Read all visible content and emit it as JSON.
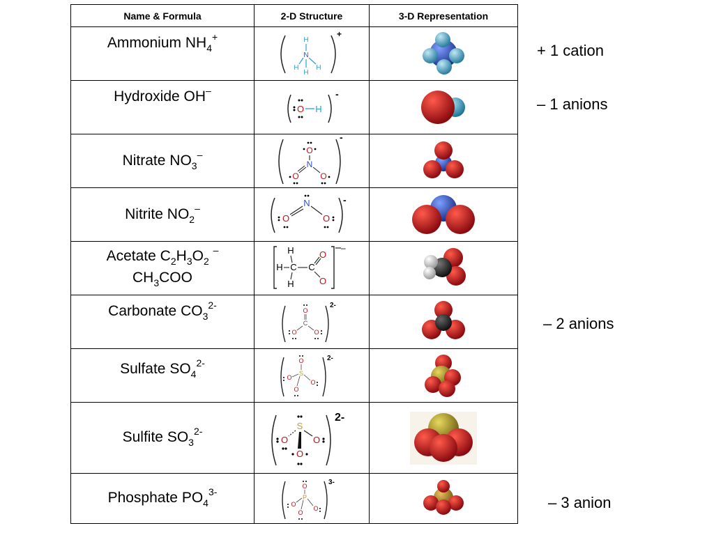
{
  "headers": [
    "Name & Formula",
    "2-D Structure",
    "3-D Representation"
  ],
  "rows": [
    {
      "name": "Ammonium",
      "f1": "NH",
      "s1": "4",
      "chg": "+",
      "charge_label": "+"
    },
    {
      "name": "Hydroxide",
      "f1": "OH",
      "chg": "–",
      "charge_label": "-"
    },
    {
      "name": "Nitrate",
      "f1": "NO",
      "s1": "3",
      "chg": "–",
      "charge_label": "-"
    },
    {
      "name": "Nitrite",
      "f1": "NO",
      "s1": "2",
      "chg": "–",
      "charge_label": "-"
    },
    {
      "name": "Acetate",
      "f1": "C",
      "s1": "2",
      "f2": "H",
      "s2": "3",
      "f3": "O",
      "s3": "2",
      "chg": "–",
      "line2a": "CH",
      "line2sub": "3",
      "line2b": "COO",
      "charge_label": "–"
    },
    {
      "name": "Carbonate",
      "f1": "CO",
      "s1": "3",
      "chg": "2-",
      "charge_label": "2-"
    },
    {
      "name": "Sulfate",
      "f1": "SO",
      "s1": "4",
      "chg": "2-",
      "charge_label": "2-"
    },
    {
      "name": "Sulfite",
      "f1": "SO",
      "s1": "3",
      "chg": "2-",
      "charge_label": "2-"
    },
    {
      "name": "Phosphate",
      "f1": "PO",
      "s1": "4",
      "chg": "3-",
      "charge_label": "3-"
    }
  ],
  "atoms": {
    "H": "H",
    "N": "N",
    "O": "O",
    "C": "C",
    "S": "S",
    "P": "P"
  },
  "side_labels": {
    "cation1": "+ 1 cation",
    "anion1": "– 1 anions",
    "anion2": "– 2 anions",
    "anion3": "– 3 anion"
  },
  "colors": {
    "oxygen": "#c0141a",
    "nitrogen": "#3050c0",
    "hydrogen_2d": "#2a9fd6",
    "sulfur": "#b8a22a",
    "carbon": "#333333",
    "phosphorus": "#d08a3a"
  }
}
